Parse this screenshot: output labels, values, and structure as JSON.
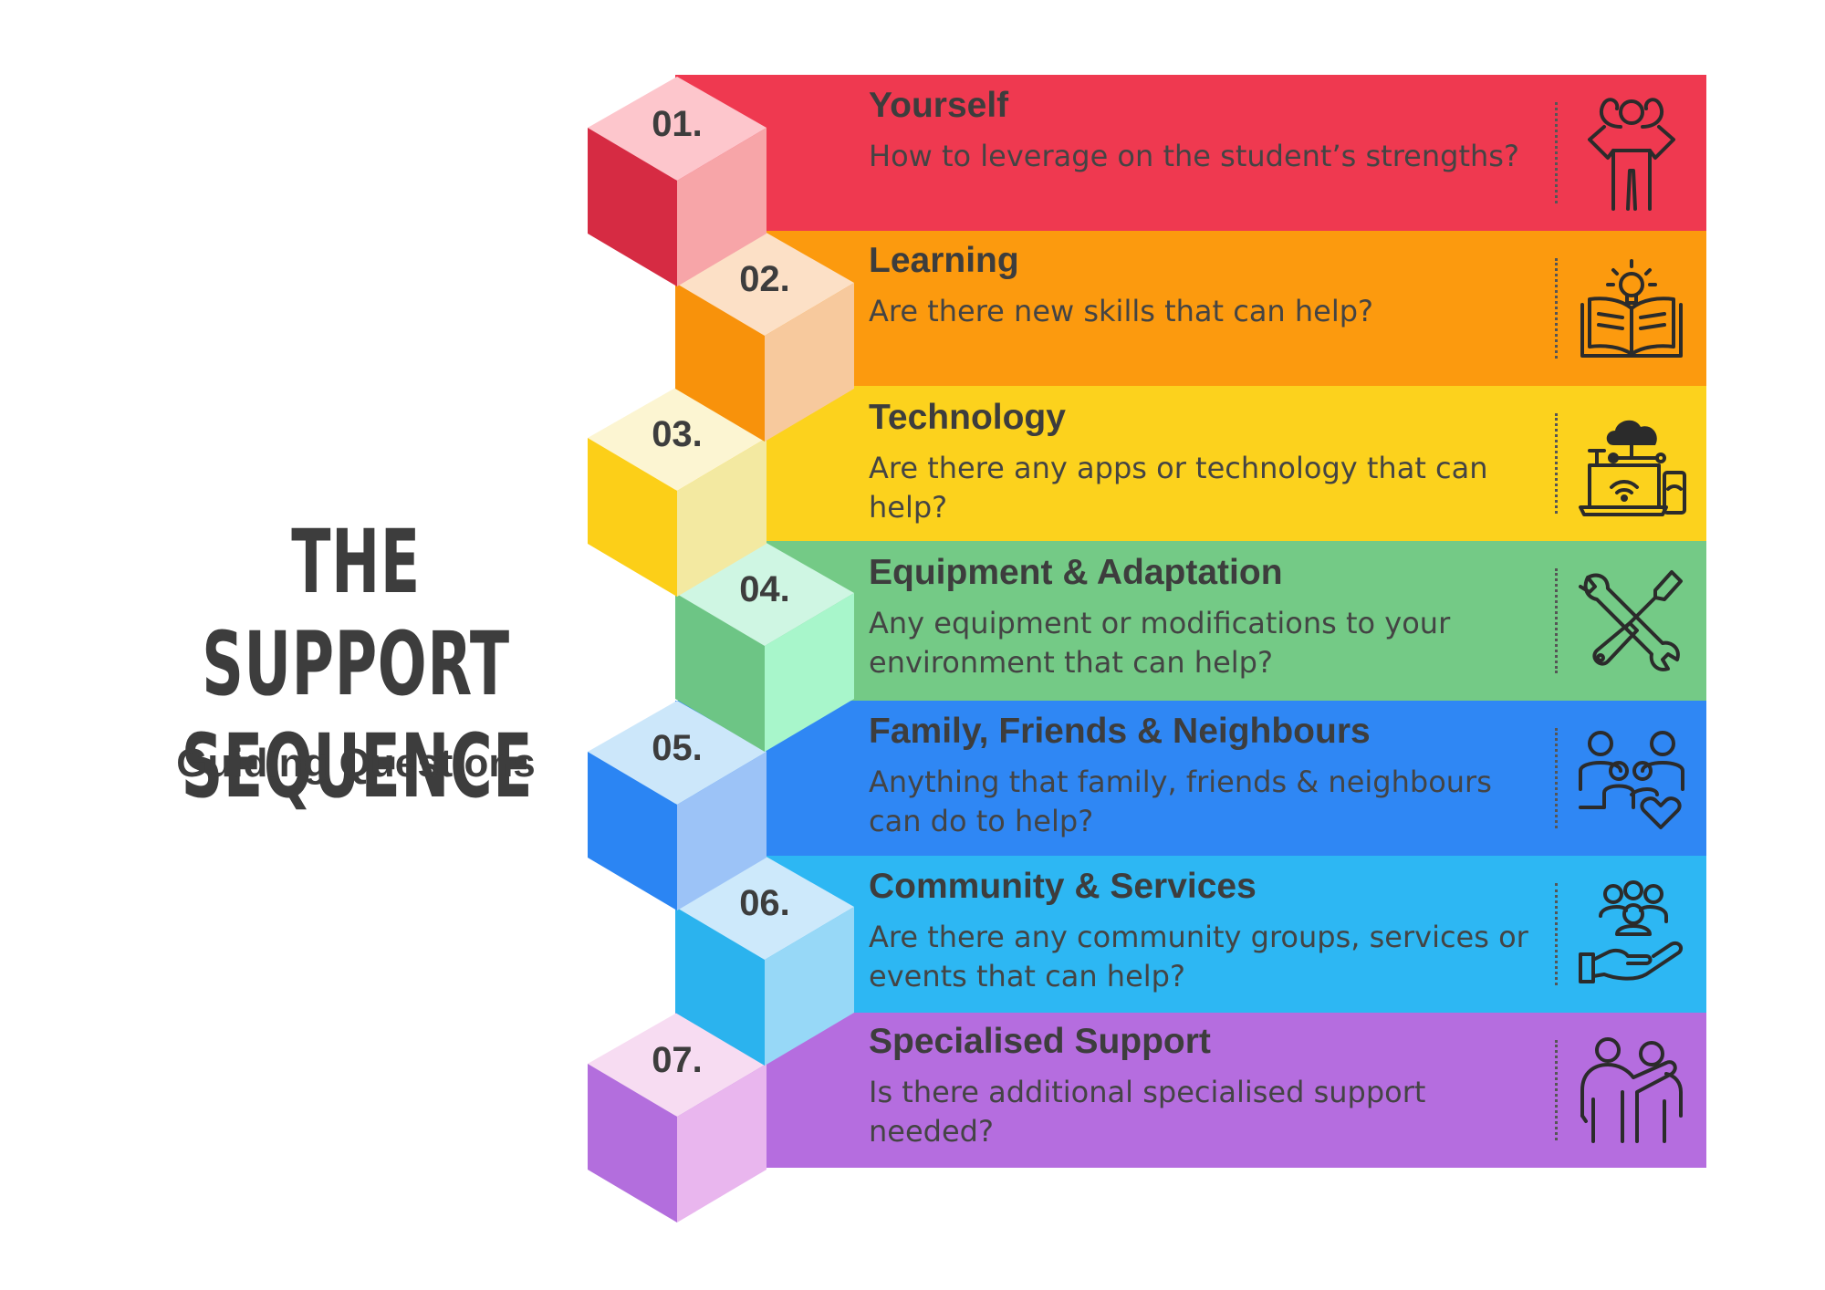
{
  "title_lines": [
    "THE SUPPORT",
    "SEQUENCE"
  ],
  "subtitle": "Guiding Questions",
  "steps": [
    {
      "number": "01.",
      "title": "Yourself",
      "description": "How to leverage on the student’s strengths?",
      "icon": "strength-icon",
      "colors": {
        "band": "#ef3950",
        "cube_top": "#fdc6cc",
        "cube_left": "#d62b43",
        "cube_right": "#f7a5a8"
      }
    },
    {
      "number": "02.",
      "title": "Learning",
      "description": "Are there new skills that can help?",
      "icon": "book-lightbulb-icon",
      "colors": {
        "band": "#fc9a0e",
        "cube_top": "#fce0c6",
        "cube_left": "#f8920b",
        "cube_right": "#f7c99d"
      }
    },
    {
      "number": "03.",
      "title": "Technology",
      "description": "Are there any apps or technology that can help?",
      "icon": "cloud-devices-icon",
      "colors": {
        "band": "#fcd21d",
        "cube_top": "#fcf5d2",
        "cube_left": "#fccf18",
        "cube_right": "#f3e9a1"
      }
    },
    {
      "number": "04.",
      "title": "Equipment & Adaptation",
      "description": "Any equipment or modifications to your environment that can help?",
      "icon": "tools-icon",
      "colors": {
        "band": "#74ca86",
        "cube_top": "#cff6e3",
        "cube_left": "#6dc585",
        "cube_right": "#a8f6cb"
      }
    },
    {
      "number": "05.",
      "title": "Family, Friends & Neighbours",
      "description": "Anything that family, friends & neighbours can do to help?",
      "icon": "family-heart-icon",
      "colors": {
        "band": "#2f87f4",
        "cube_top": "#cce7fa",
        "cube_left": "#2b85f3",
        "cube_right": "#9cc3f7"
      }
    },
    {
      "number": "06.",
      "title": "Community & Services",
      "description": "Are there any community groups, services or events that can help?",
      "icon": "community-hand-icon",
      "colors": {
        "band": "#2db7f3",
        "cube_top": "#cde9fb",
        "cube_left": "#2bb3ee",
        "cube_right": "#97d8f7"
      }
    },
    {
      "number": "07.",
      "title": "Specialised Support",
      "description": "Is there additional specialised support needed?",
      "icon": "support-people-icon",
      "colors": {
        "band": "#b56ddf",
        "cube_top": "#f7dcf2",
        "cube_left": "#b36edd",
        "cube_right": "#e9b6ee"
      }
    }
  ]
}
